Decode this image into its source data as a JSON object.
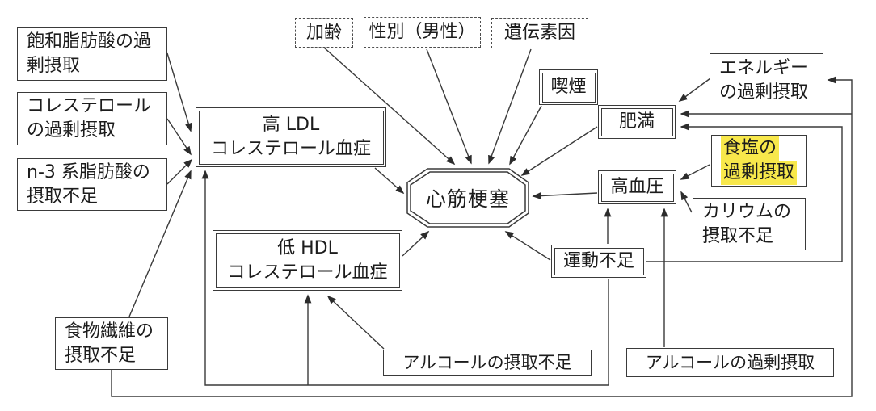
{
  "diagram": {
    "subject": "心筋梗塞",
    "colors": {
      "line": "#3a3a3a",
      "highlight": "#f8e84b",
      "background": "#ffffff"
    },
    "nodes": {
      "saturated_fat": {
        "lines": [
          "飽和脂肪酸の過",
          "剰摂取"
        ]
      },
      "cholesterol_excess": {
        "lines": [
          "コレステロール",
          "の過剰摂取"
        ]
      },
      "n3_fatty_acid": {
        "lines": [
          "n-3 系脂肪酸の",
          "摂取不足"
        ]
      },
      "dietary_fiber": {
        "lines": [
          "食物繊維の",
          "摂取不足"
        ]
      },
      "aging": {
        "label": "加齢"
      },
      "sex_male": {
        "label": "性別（男性）"
      },
      "genetic": {
        "label": "遺伝素因"
      },
      "high_ldl": {
        "lines": [
          "高 LDL",
          "コレステロール血症"
        ]
      },
      "low_hdl": {
        "lines": [
          "低 HDL",
          "コレステロール血症"
        ]
      },
      "myocardial_infarction": {
        "label": "心筋梗塞"
      },
      "smoking": {
        "label": "喫煙"
      },
      "obesity": {
        "label": "肥満"
      },
      "hypertension": {
        "label": "高血圧"
      },
      "exercise_deficit": {
        "label": "運動不足"
      },
      "energy_excess": {
        "lines": [
          "エネルギー",
          "の過剰摂取"
        ]
      },
      "salt_excess": {
        "lines": [
          "食塩の",
          "過剰摂取"
        ],
        "highlighted": true
      },
      "potassium_deficit": {
        "lines": [
          "カリウムの",
          "摂取不足"
        ]
      },
      "alcohol_deficit": {
        "label": "アルコールの摂取不足"
      },
      "alcohol_excess": {
        "label": "アルコールの過剰摂取"
      }
    },
    "edges": [
      {
        "from": "saturated_fat",
        "to": "high_ldl"
      },
      {
        "from": "cholesterol_excess",
        "to": "high_ldl"
      },
      {
        "from": "n3_fatty_acid",
        "to": "high_ldl"
      },
      {
        "from": "dietary_fiber",
        "to": "high_ldl"
      },
      {
        "from": "exercise_deficit",
        "to": "high_ldl"
      },
      {
        "from": "exercise_deficit",
        "to": "low_hdl"
      },
      {
        "from": "alcohol_deficit",
        "to": "low_hdl"
      },
      {
        "from": "dietary_fiber",
        "to": "obesity"
      },
      {
        "from": "dietary_fiber",
        "to": "energy_excess"
      },
      {
        "from": "energy_excess",
        "to": "obesity"
      },
      {
        "from": "exercise_deficit",
        "to": "obesity"
      },
      {
        "from": "salt_excess",
        "to": "hypertension"
      },
      {
        "from": "potassium_deficit",
        "to": "hypertension"
      },
      {
        "from": "alcohol_excess",
        "to": "hypertension"
      },
      {
        "from": "exercise_deficit",
        "to": "hypertension"
      },
      {
        "from": "aging",
        "to": "myocardial_infarction"
      },
      {
        "from": "sex_male",
        "to": "myocardial_infarction"
      },
      {
        "from": "genetic",
        "to": "myocardial_infarction"
      },
      {
        "from": "smoking",
        "to": "myocardial_infarction"
      },
      {
        "from": "obesity",
        "to": "myocardial_infarction"
      },
      {
        "from": "hypertension",
        "to": "myocardial_infarction"
      },
      {
        "from": "high_ldl",
        "to": "myocardial_infarction"
      },
      {
        "from": "low_hdl",
        "to": "myocardial_infarction"
      },
      {
        "from": "exercise_deficit",
        "to": "myocardial_infarction"
      }
    ]
  }
}
